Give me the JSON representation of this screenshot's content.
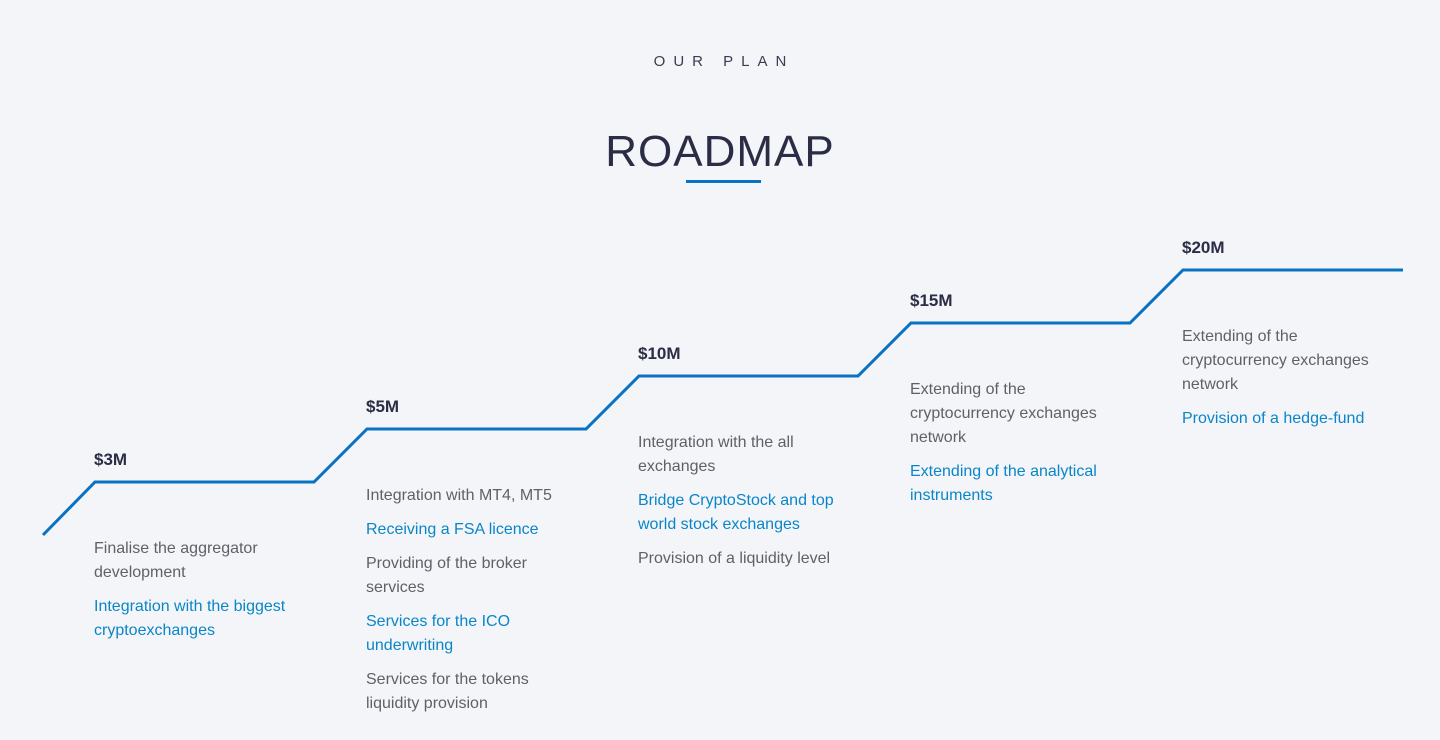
{
  "header": {
    "kicker": "OUR PLAN",
    "title": "ROADMAP"
  },
  "colors": {
    "background": "#f3f5f8",
    "line": "#0a72c2",
    "highlight_text": "#0a86c8",
    "body_text": "#5e6168",
    "heading_text": "#2a2d45"
  },
  "stages": [
    {
      "amount": "$3M",
      "items": [
        {
          "text": "Finalise the aggregator development",
          "highlight": false
        },
        {
          "text": "Integration with the biggest cryptoexchanges",
          "highlight": true
        }
      ]
    },
    {
      "amount": "$5M",
      "items": [
        {
          "text": "Integration with MT4, MT5",
          "highlight": false
        },
        {
          "text": "Receiving a FSA licence",
          "highlight": true
        },
        {
          "text": "Providing of the broker services",
          "highlight": false
        },
        {
          "text": "Services for the ICO underwriting",
          "highlight": true
        },
        {
          "text": "Services for the tokens liquidity provision",
          "highlight": false
        }
      ]
    },
    {
      "amount": "$10M",
      "items": [
        {
          "text": "Integration with the all exchanges",
          "highlight": false
        },
        {
          "text": "Bridge CryptoStock and top world stock exchanges",
          "highlight": true
        },
        {
          "text": "Provision of a liquidity level",
          "highlight": false
        }
      ]
    },
    {
      "amount": "$15M",
      "items": [
        {
          "text": "Extending of the cryptocurrency exchanges network",
          "highlight": false
        },
        {
          "text": "Extending of the analytical instruments",
          "highlight": true
        }
      ]
    },
    {
      "amount": "$20M",
      "items": [
        {
          "text": "Extending of the cryptocurrency exchanges network",
          "highlight": false
        },
        {
          "text": "Provision of a hedge-fund",
          "highlight": true
        }
      ]
    }
  ]
}
